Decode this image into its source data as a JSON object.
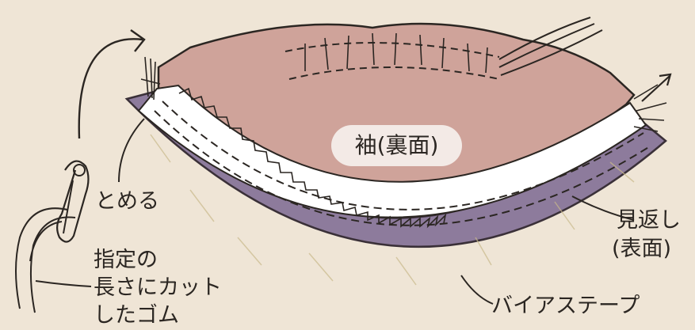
{
  "labels": {
    "sleeve": "袖(裏面)",
    "tack": "とめる",
    "facing_line1": "見返し",
    "facing_line2": "(表面)",
    "elastic_line1": "指定の",
    "elastic_line2": "長さにカット",
    "elastic_line3": "したゴム",
    "bias_tape": "バイアステープ"
  },
  "colors": {
    "background": "#efe5d6",
    "sleeve": "#cfa39a",
    "facing": "#ffffff",
    "bias_tape": "#8d7b9c",
    "ink": "#2b2622"
  }
}
